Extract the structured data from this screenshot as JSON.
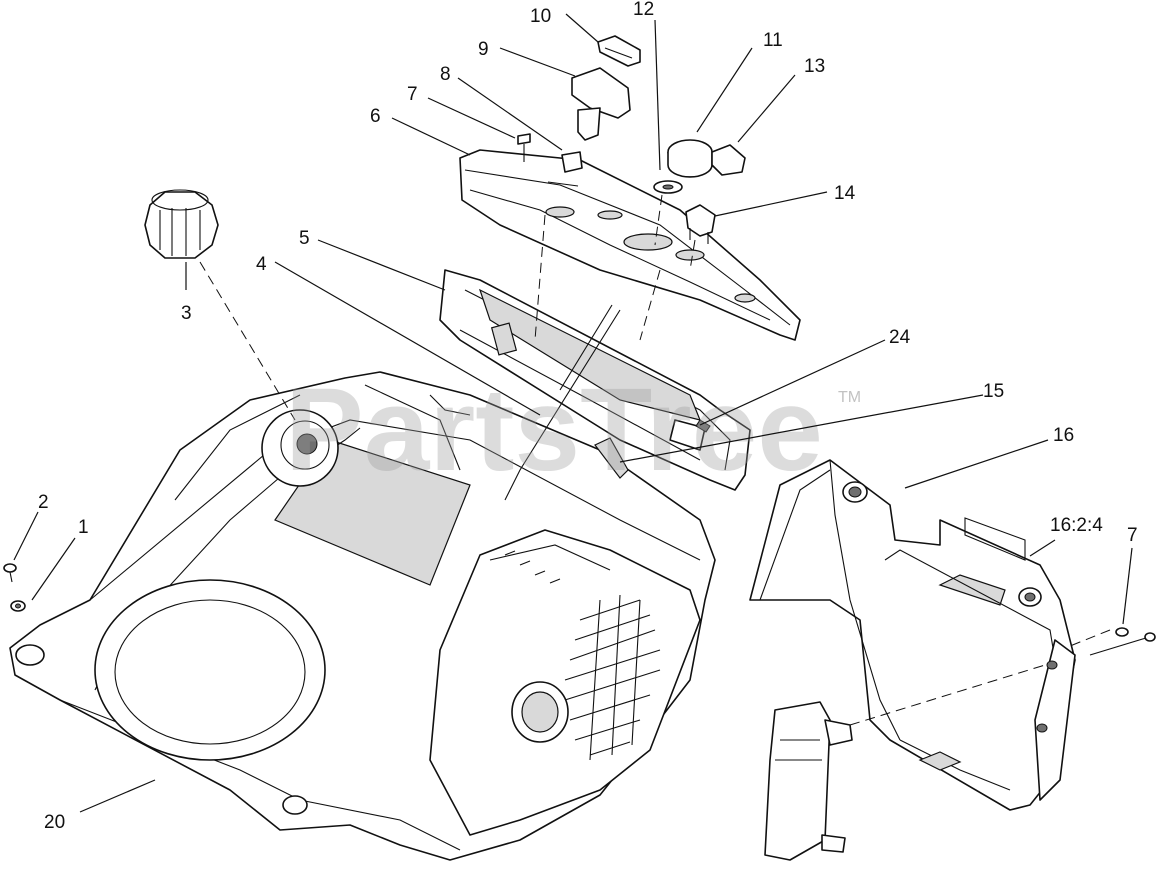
{
  "watermark": {
    "text": "PartsTree",
    "trademark": "TM"
  },
  "callouts": [
    "10",
    "12",
    "9",
    "11",
    "8",
    "13",
    "7",
    "6",
    "14",
    "5",
    "4",
    "3",
    "24",
    "15",
    "16",
    "2",
    "16:2:4",
    "7",
    "1",
    "20"
  ],
  "colors": {
    "line": "#111111",
    "fill": "#ffffff",
    "shade": "#d9d9d9",
    "watermark": "#9a9a9a"
  }
}
